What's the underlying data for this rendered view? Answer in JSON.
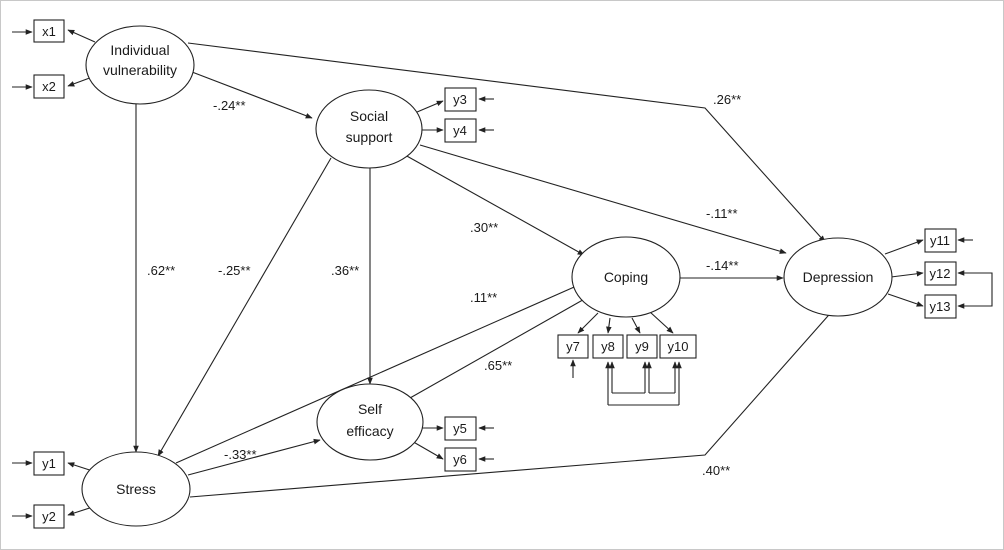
{
  "latent": {
    "individual_vulnerability": [
      "Individual",
      "vulnerability"
    ],
    "social_support": [
      "Social",
      "support"
    ],
    "stress": [
      "Stress"
    ],
    "self_efficacy": [
      "Self",
      "efficacy"
    ],
    "coping": [
      "Coping"
    ],
    "depression": [
      "Depression"
    ]
  },
  "indicators": {
    "x1": "x1",
    "x2": "x2",
    "y1": "y1",
    "y2": "y2",
    "y3": "y3",
    "y4": "y4",
    "y5": "y5",
    "y6": "y6",
    "y7": "y7",
    "y8": "y8",
    "y9": "y9",
    "y10": "y10",
    "y11": "y11",
    "y12": "y12",
    "y13": "y13"
  },
  "coefficients": {
    "iv_to_ss": "-.24**",
    "iv_to_dep": ".26**",
    "iv_to_stress": ".62**",
    "ss_to_stress": "-.25**",
    "ss_to_se": ".36**",
    "ss_to_coping": ".30**",
    "ss_to_dep": "-.11**",
    "stress_to_coping": ".11**",
    "stress_to_se": "-.33**",
    "se_to_coping": ".65**",
    "coping_to_dep": "-.14**",
    "stress_to_dep": ".40**"
  },
  "colors": {
    "line": "#222222",
    "frame": "#c8c8c8",
    "background": "#ffffff"
  }
}
